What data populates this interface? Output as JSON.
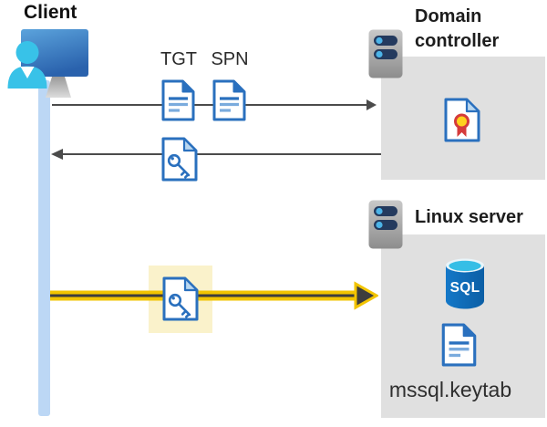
{
  "client": {
    "label": "Client",
    "icon": "client-workstation-icon"
  },
  "domain_controller": {
    "label": "Domain controller",
    "icon": "server-icon",
    "contents": [
      {
        "icon": "certificate-icon"
      }
    ]
  },
  "linux_server": {
    "label": "Linux server",
    "icon": "server-icon",
    "database": {
      "icon": "sql-database-icon",
      "label": "SQL"
    },
    "keytab": {
      "icon": "document-icon",
      "label": "mssql.keytab"
    }
  },
  "flows": [
    {
      "name": "ticket-request",
      "from": "client",
      "to": "domain-controller",
      "arrow_style": "thin-dark-right",
      "tickets": [
        {
          "label": "TGT",
          "icon": "document-icon"
        },
        {
          "label": "SPN",
          "icon": "document-icon"
        }
      ]
    },
    {
      "name": "ticket-response",
      "from": "domain-controller",
      "to": "client",
      "arrow_style": "thin-dark-left",
      "tickets": [
        {
          "icon": "key-document-icon"
        }
      ]
    },
    {
      "name": "kerberos-authentication",
      "from": "client",
      "to": "linux-server",
      "arrow_style": "thick-yellow-right",
      "highlighted": true,
      "tickets": [
        {
          "icon": "key-document-icon"
        }
      ]
    }
  ],
  "colors": {
    "doc_border_blue": "#2a70be",
    "doc_line_light_blue": "#7aabdd",
    "fold_light_blue": "#b9d7f0",
    "timeline_blue": "#bcd7f5",
    "panel_gray": "#e0e0e0",
    "arrow_dark": "#4b4b4b",
    "arrow_yellow": "#f2c400",
    "highlight_yellow": "#faf2cb",
    "server_bar_navy": "#243a5e",
    "server_dot_blue": "#4cb4e8",
    "sql_body_blue": "#0f6ab8",
    "sql_top_cyan": "#35bee6",
    "certificate_red": "#d53b3b",
    "certificate_gold": "#ffd21e",
    "person_cyan": "#38c2e8",
    "monitor_blue_top": "#58a0da",
    "monitor_blue_bottom": "#2a62ad",
    "text_dark": "#1d1d1d"
  }
}
